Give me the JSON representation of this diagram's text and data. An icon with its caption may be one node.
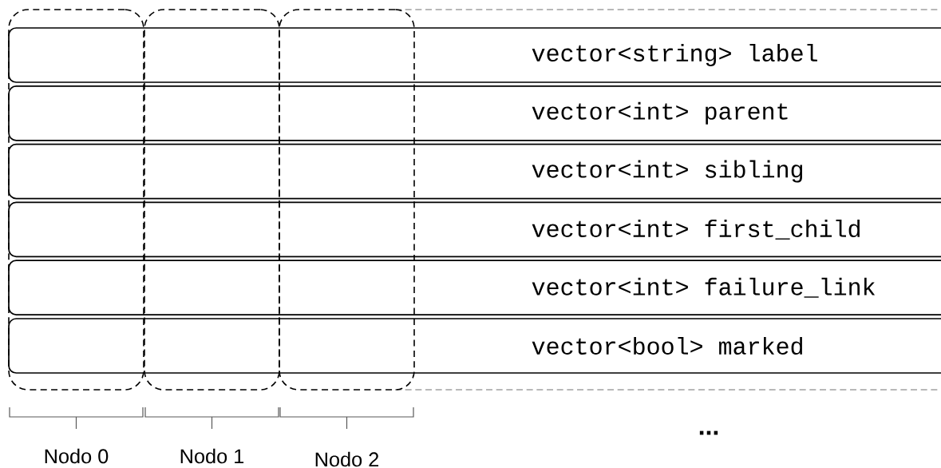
{
  "diagram": {
    "nodes": [
      {
        "text": [
          "vector<string> label"
        ]
      },
      {
        "text": [
          "vector<int> parent"
        ]
      },
      {
        "text": [
          "vector<int> sibling"
        ]
      },
      {
        "text": [
          "vector<int> first_child"
        ]
      },
      {
        "text": [
          "vector<int> failure_link"
        ]
      },
      {
        "text": [
          "vector<bool> marked"
        ]
      },
      {
        "text": [],
        "shape": "box",
        "beside": [
          "Nodo 0"
        ]
      },
      {
        "text": [],
        "shape": "box",
        "beside": [
          "Nodo 1"
        ]
      },
      {
        "text": [],
        "shape": "box",
        "beside": [
          "Nodo 2"
        ]
      }
    ],
    "edges": [],
    "labels": [
      "..."
    ]
  }
}
